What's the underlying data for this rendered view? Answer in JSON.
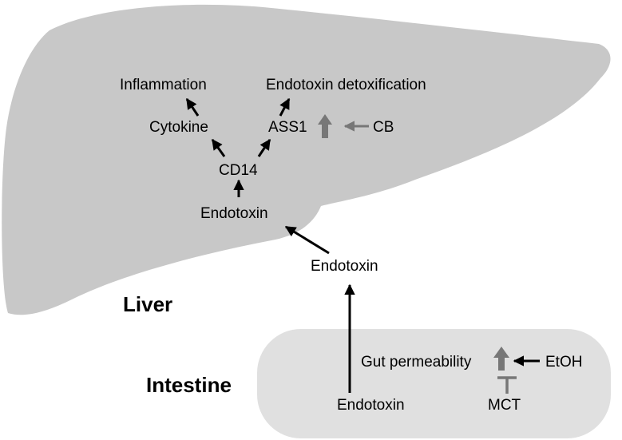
{
  "organs": {
    "liver": "Liver",
    "intestine": "Intestine"
  },
  "nodes": {
    "inflammation": "Inflammation",
    "endotoxin_detox": "Endotoxin detoxification",
    "cytokine": "Cytokine",
    "ass1": "ASS1",
    "cb": "CB",
    "cd14": "CD14",
    "endotoxin_liver": "Endotoxin",
    "endotoxin_portal": "Endotoxin",
    "gut_permeability": "Gut permeability",
    "etoh": "EtOH",
    "mct": "MCT",
    "endotoxin_gut": "Endotoxin"
  },
  "colors": {
    "liver_fill": "#c8c8c8",
    "intestine_fill": "#e0e0e0",
    "arrow_black": "#000000",
    "arrow_gray": "#777777"
  }
}
